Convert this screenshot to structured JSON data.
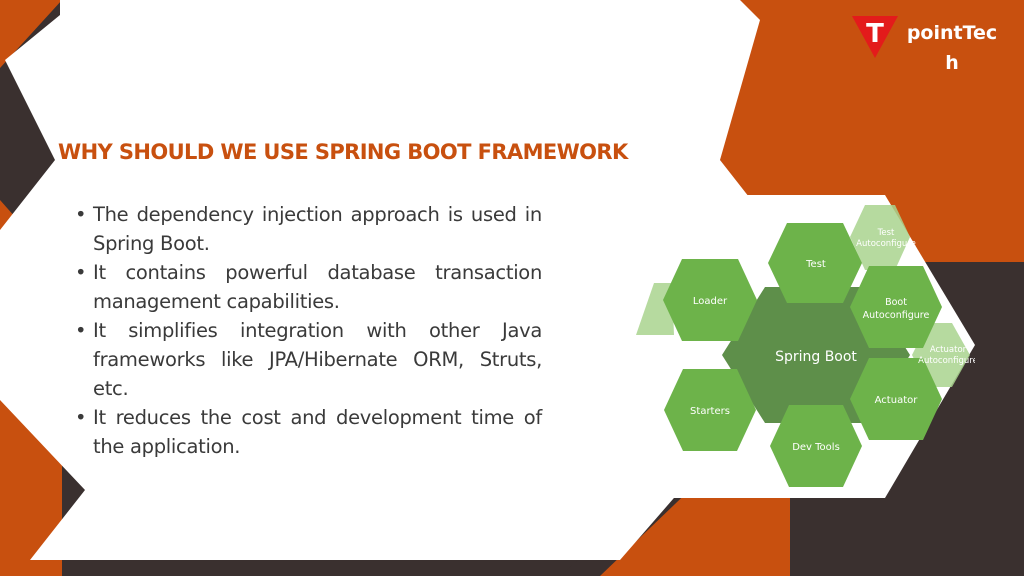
{
  "brand": {
    "logo_letter": "T",
    "name": "pointTech"
  },
  "slide": {
    "title": "WHY SHOULD WE USE SPRING BOOT FRAMEWORK",
    "bullets": [
      "The dependency injection approach is used in Spring Boot.",
      "It contains powerful database transaction management capabilities.",
      "It simplifies integration with other Java frameworks like JPA/Hibernate ORM, Struts, etc.",
      "It reduces the cost and development time of the application."
    ],
    "bullet_symbol": "•"
  },
  "diagram": {
    "center": "Spring Boot",
    "modules": [
      "Test",
      "Loader",
      "Boot Autoconfigure",
      "Actuator",
      "Dev Tools",
      "Starters",
      "Test Autoconfigure",
      "Actuator Autoconfigure"
    ]
  },
  "colors": {
    "accent_orange": "#c8500f",
    "dark_brown": "#3a302f",
    "hex_green": "#6db34a",
    "hex_center": "#5e8f4a",
    "logo_red": "#e31b1b"
  }
}
